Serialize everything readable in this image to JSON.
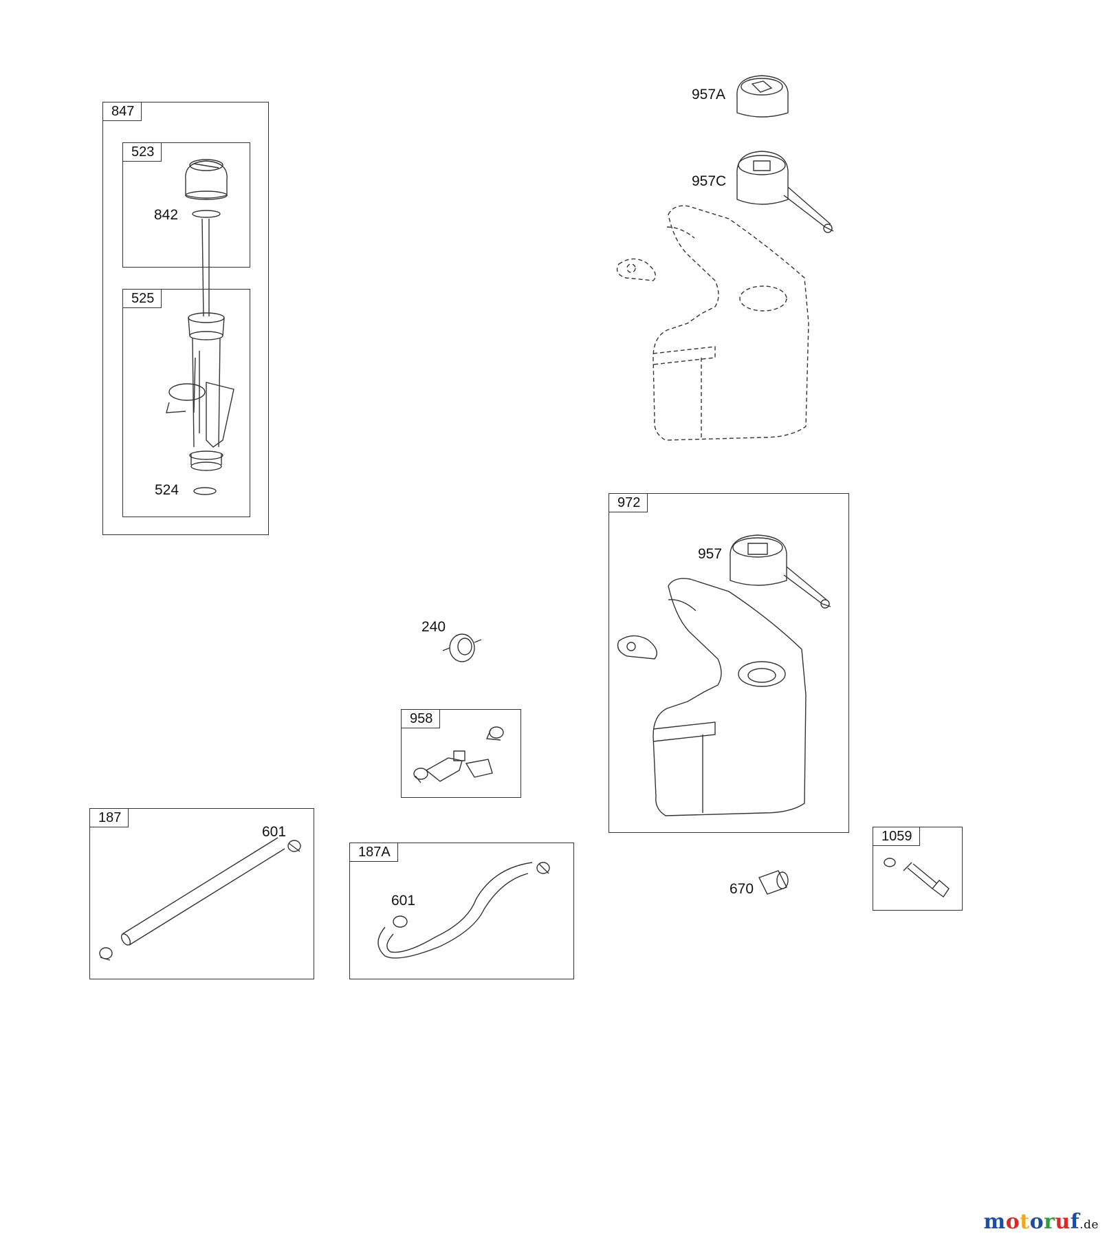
{
  "groups": {
    "g847": "847",
    "g523": "523",
    "g525": "525",
    "g972": "972",
    "g958": "958",
    "g187": "187",
    "g187a": "187A",
    "g1059": "1059"
  },
  "parts": {
    "p842": "842",
    "p524": "524",
    "p957a": "957A",
    "p957c": "957C",
    "p957": "957",
    "p240": "240",
    "p601a": "601",
    "p601b": "601",
    "p670": "670"
  },
  "watermark": {
    "brand": "motoruf",
    "suffix": ".de",
    "colors": [
      "#1f4e9c",
      "#d62a2a",
      "#f0a81c",
      "#1f4e9c",
      "#2e9c3c",
      "#d62a2a",
      "#1f4e9c"
    ]
  }
}
